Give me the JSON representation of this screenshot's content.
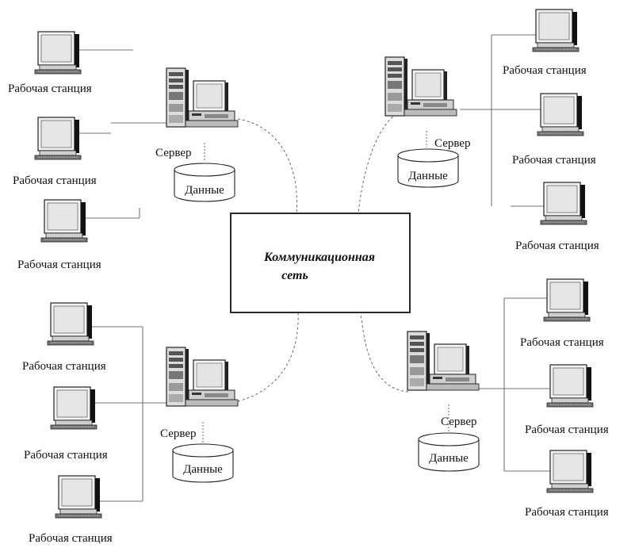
{
  "network": {
    "label_line1": "Коммуникационная",
    "label_line2": "сеть"
  },
  "clusters": [
    {
      "id": "top-left",
      "server_label": "Сервер",
      "data_label": "Данные",
      "workstations": [
        "Рабочая станция",
        "Рабочая станция",
        "Рабочая станция"
      ]
    },
    {
      "id": "top-right",
      "server_label": "Сервер",
      "data_label": "Данные",
      "workstations": [
        "Рабочая станция",
        "Рабочая станция",
        "Рабочая станция"
      ]
    },
    {
      "id": "bottom-left",
      "server_label": "Сервер",
      "data_label": "Данные",
      "workstations": [
        "Рабочая станция",
        "Рабочая станция",
        "Рабочая станция"
      ]
    },
    {
      "id": "bottom-right",
      "server_label": "Сервер",
      "data_label": "Данные",
      "workstations": [
        "Рабочая станция",
        "Рабочая станция",
        "Рабочая станция"
      ]
    }
  ]
}
